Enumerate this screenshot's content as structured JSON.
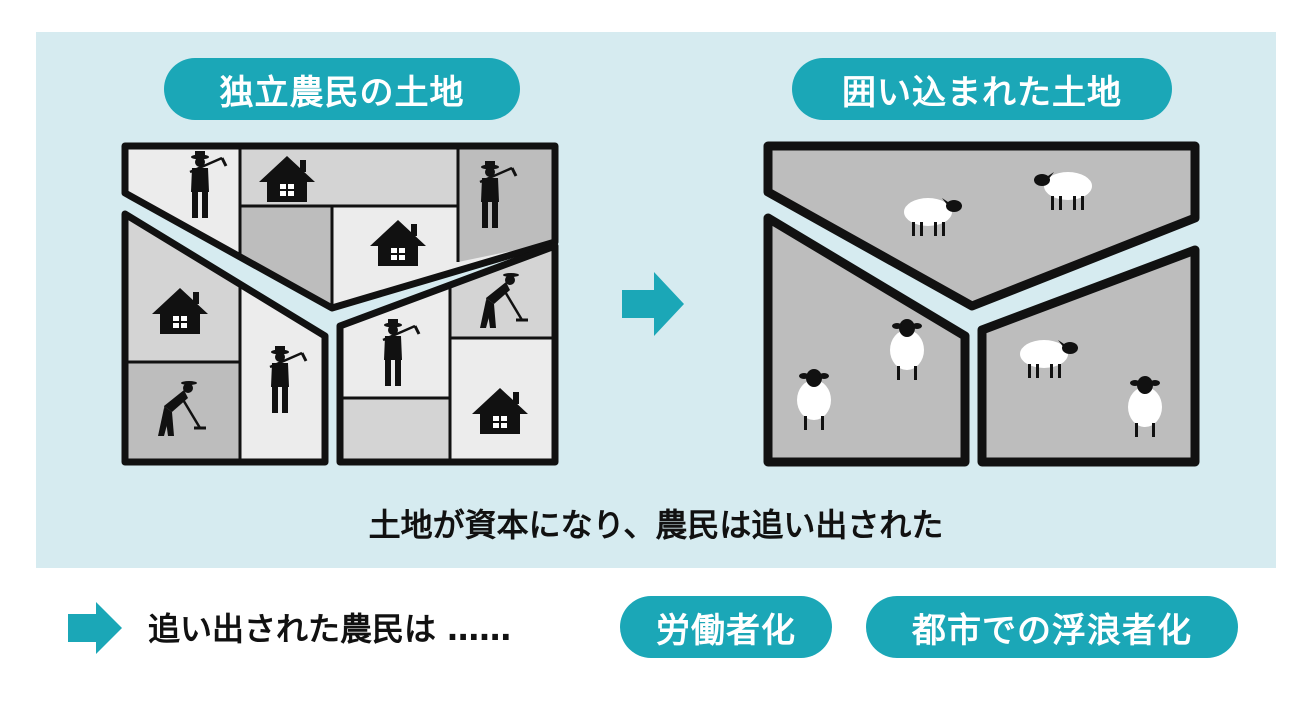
{
  "labels": {
    "independent_land": "独立農民の土地",
    "enclosed_land": "囲い込まれた土地",
    "caption": "土地が資本になり、農民は追い出された",
    "bottom_text": "追い出された農民は ……",
    "labor": "労働者化",
    "vagrant": "都市での浮浪者化"
  },
  "colors": {
    "accent": "#1ba7b7",
    "panel_bg": "#d6ebf0",
    "plot_light": "#ececec",
    "plot_mid": "#d4d4d4",
    "plot_dark": "#bdbdbd",
    "pasture": "#bdbdbd",
    "outline": "#111111"
  },
  "icons": {
    "house": "house-icon",
    "farmer_hoe": "farmer-with-hoe-icon",
    "farmer_bending": "farmer-bending-icon",
    "sheep": "sheep-icon",
    "arrow": "arrow-right-icon"
  }
}
